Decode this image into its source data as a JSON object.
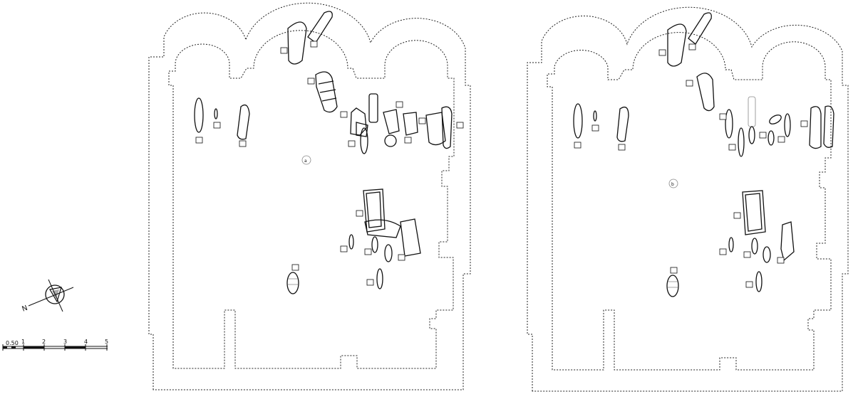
{
  "scale_bar": {
    "labels": [
      "0.50",
      "1",
      "2",
      "3",
      "4",
      "5"
    ]
  },
  "north_arrow": {
    "label": "N"
  },
  "plan_left": {
    "center_label": "a"
  },
  "plan_right": {
    "center_label": "b"
  }
}
